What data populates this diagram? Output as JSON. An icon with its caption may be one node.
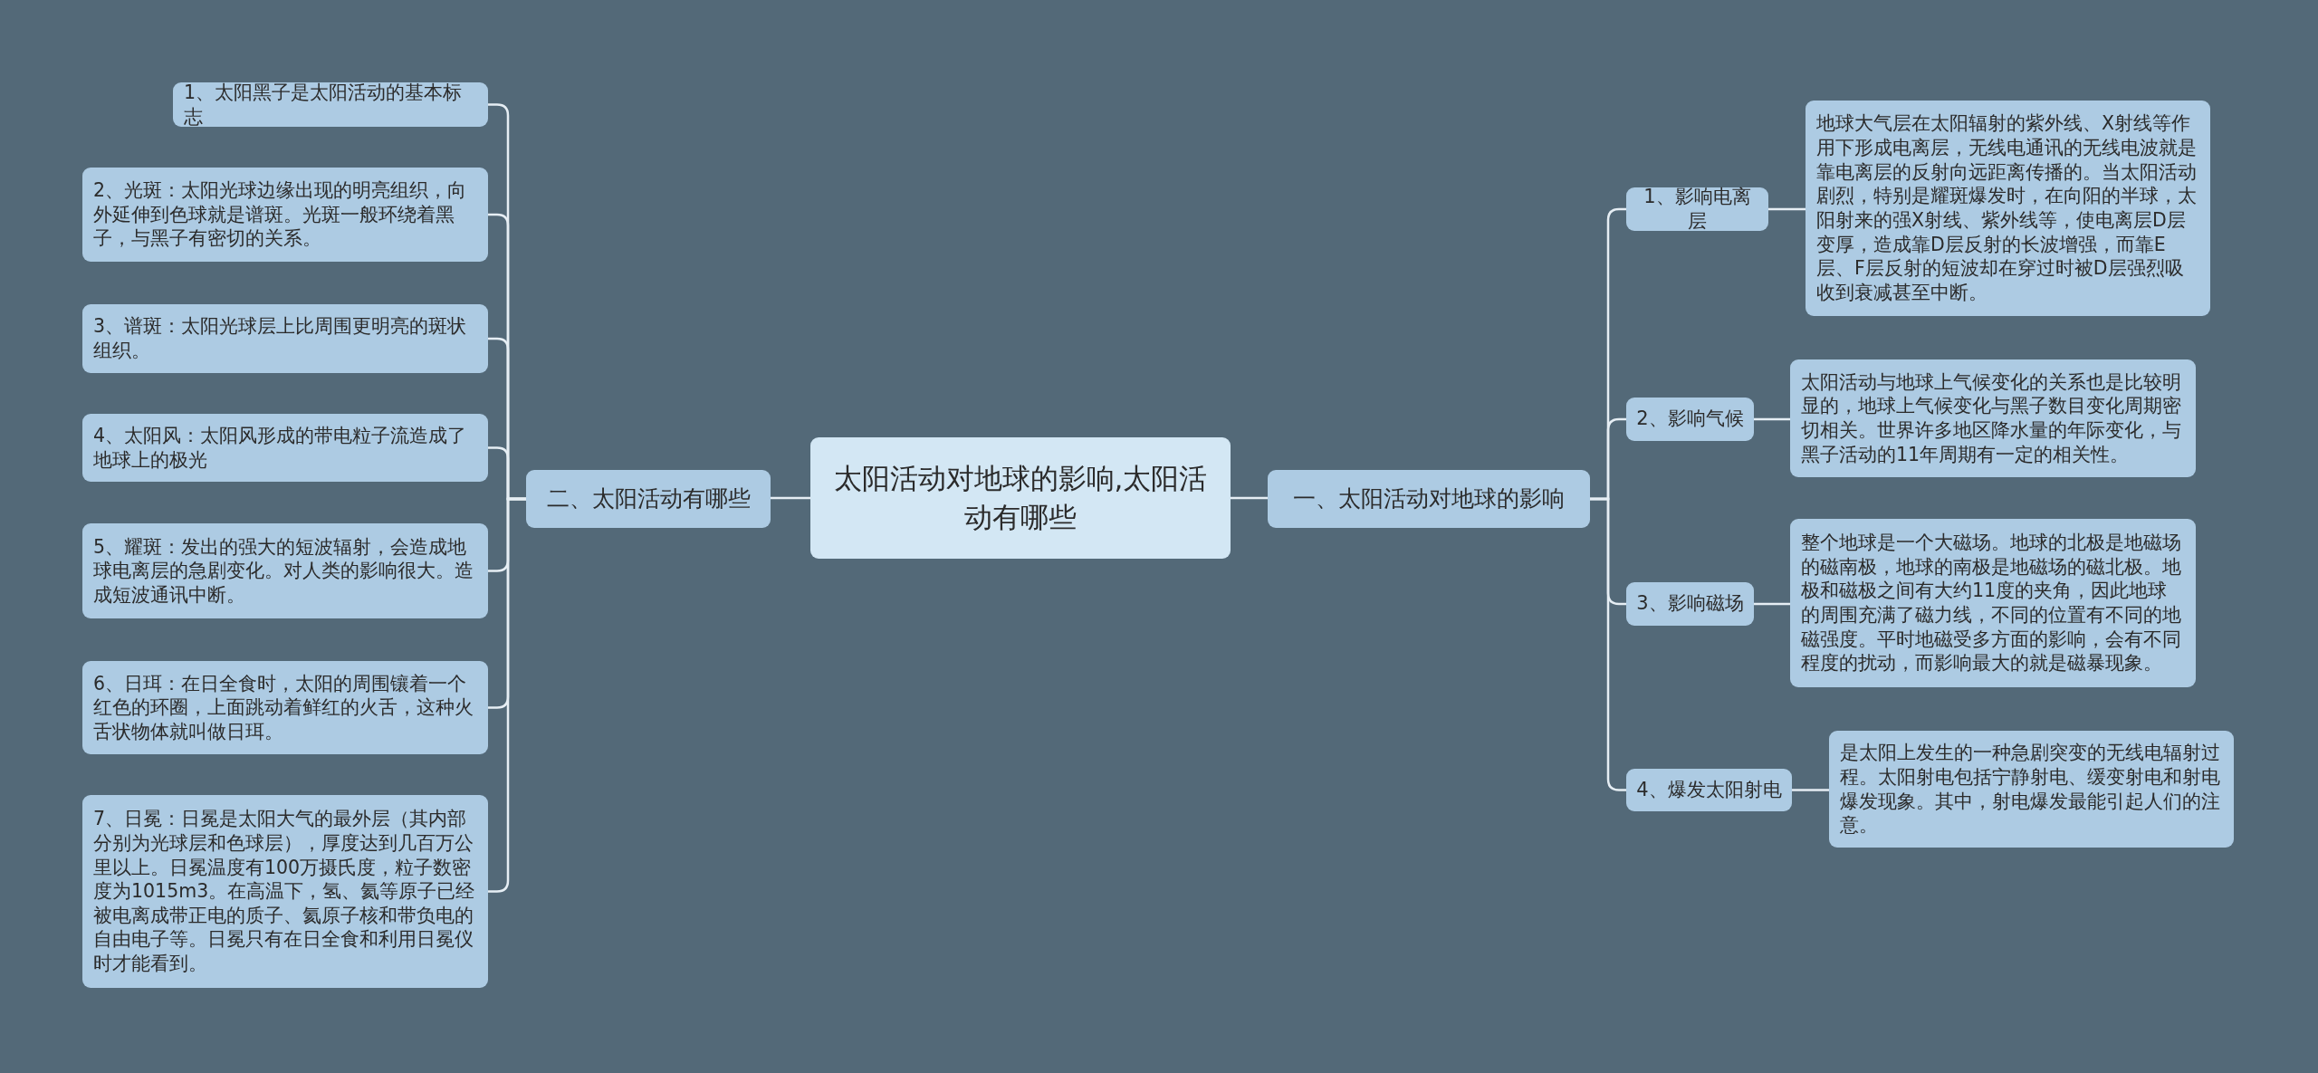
{
  "diagram": {
    "nodes": [
      {
        "text": [
          "太阳活动对地球的影响,太阳活动有哪些"
        ]
      },
      {
        "text": [
          "一、太阳活动对地球的影响"
        ]
      },
      {
        "text": [
          "二、太阳活动有哪些"
        ]
      },
      {
        "text": [
          "1、太阳黑子是太阳活动的基本标志"
        ]
      },
      {
        "text": [
          "2、光斑：太阳光球边缘出现的明亮组织，向外延伸到色球就是谱斑。光斑一般环绕着黑子，与黑子有密切的关系。"
        ]
      },
      {
        "text": [
          "3、谱斑：太阳光球层上比周围更明亮的斑状组织。"
        ]
      },
      {
        "text": [
          "4、太阳风：太阳风形成的带电粒子流造成了地球上的极光"
        ]
      },
      {
        "text": [
          "5、耀斑：发出的强大的短波辐射，会造成地球电离层的急剧变化。对人类的影响很大。造成短波通讯中断。"
        ]
      },
      {
        "text": [
          "6、日珥：在日全食时，太阳的周围镶着一个红色的环圈，上面跳动着鲜红的火舌，这种火舌状物体就叫做日珥。"
        ]
      },
      {
        "text": [
          "7、日冕：日冕是太阳大气的最外层（其内部分别为光球层和色球层），厚度达到几百万公里以上。日冕温度有100万摄氏度，粒子数密度为1015m3。在高温下，氢、氦等原子已经被电离成带正电的质子、氦原子核和带负电的自由电子等。日冕只有在日全食和利用日冕仪时才能看到。"
        ]
      },
      {
        "text": [
          "1、影响电离层"
        ]
      },
      {
        "text": [
          "地球大气层在太阳辐射的紫外线、X射线等作用下形成电离层，无线电通讯的无线电波就是靠电离层的反射向远距离传播的。当太阳活动剧烈，特别是耀斑爆发时，在向阳的半球，太阳射来的强X射线、紫外线等，使电离层D层变厚，造成靠D层反射的长波增强，而靠E层、F层反射的短波却在穿过时被D层强烈吸收到衰减甚至中断。"
        ]
      },
      {
        "text": [
          "2、影响气候"
        ]
      },
      {
        "text": [
          "太阳活动与地球上气候变化的关系也是比较明显的，地球上气候变化与黑子数目变化周期密切相关。世界许多地区降水量的年际变化，与黑子活动的11年周期有一定的相关性。"
        ]
      },
      {
        "text": [
          "3、影响磁场"
        ]
      },
      {
        "text": [
          "整个地球是一个大磁场。地球的北极是地磁场的磁南极，地球的南极是地磁场的磁北极。地极和磁极之间有大约11度的夹角，因此地球的周围充满了磁力线，不同的位置有不同的地磁强度。平时地磁受多方面的影响，会有不同程度的扰动，而影响最大的就是磁暴现象。"
        ]
      },
      {
        "text": [
          "4、爆发太阳射电"
        ]
      },
      {
        "text": [
          "是太阳上发生的一种急剧突变的无线电辐射过程。太阳射电包括宁静射电、缓变射电和射电爆发现象。其中，射电爆发最能引起人们的注意。"
        ]
      }
    ],
    "edges": [
      {
        "from": 0,
        "to": 1,
        "arrow": "none"
      },
      {
        "from": 0,
        "to": 2,
        "arrow": "none"
      },
      {
        "from": 2,
        "to": 3,
        "arrow": "none"
      },
      {
        "from": 2,
        "to": 4,
        "arrow": "none"
      },
      {
        "from": 2,
        "to": 5,
        "arrow": "none"
      },
      {
        "from": 2,
        "to": 6,
        "arrow": "none"
      },
      {
        "from": 2,
        "to": 7,
        "arrow": "none"
      },
      {
        "from": 2,
        "to": 8,
        "arrow": "none"
      },
      {
        "from": 2,
        "to": 9,
        "arrow": "none"
      },
      {
        "from": 1,
        "to": 10,
        "arrow": "none"
      },
      {
        "from": 1,
        "to": 12,
        "arrow": "none"
      },
      {
        "from": 1,
        "to": 14,
        "arrow": "none"
      },
      {
        "from": 1,
        "to": 16,
        "arrow": "none"
      },
      {
        "from": 10,
        "to": 11,
        "arrow": "none"
      },
      {
        "from": 12,
        "to": 13,
        "arrow": "none"
      },
      {
        "from": 14,
        "to": 15,
        "arrow": "none"
      },
      {
        "from": 16,
        "to": 17,
        "arrow": "none"
      }
    ]
  }
}
